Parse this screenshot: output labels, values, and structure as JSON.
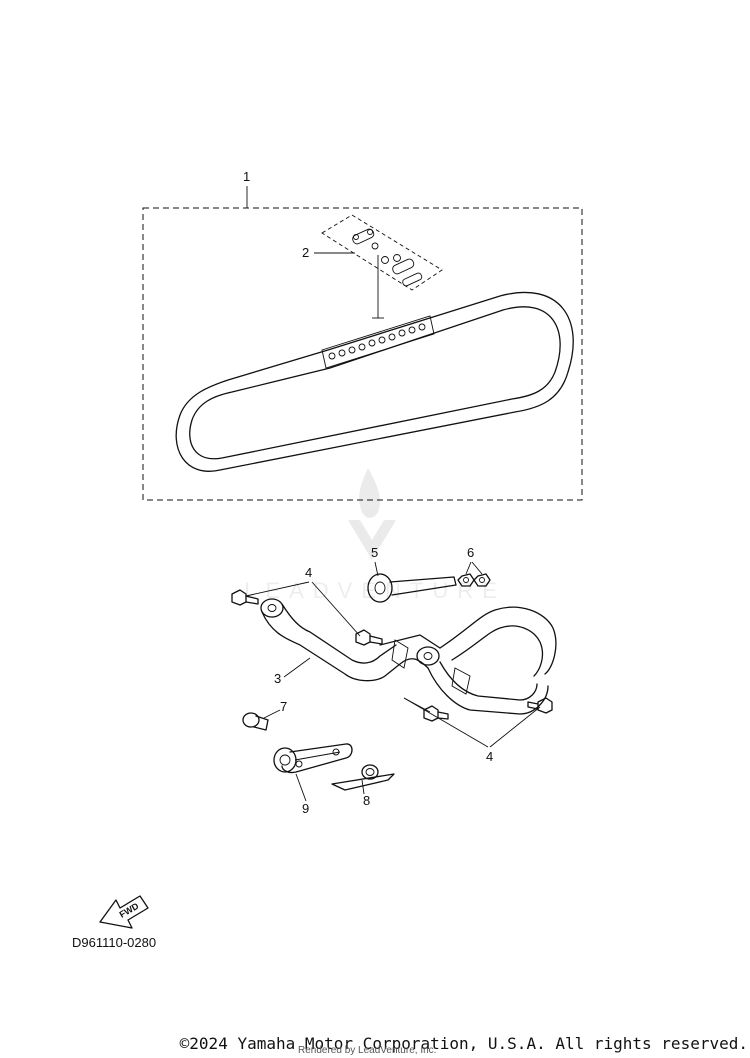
{
  "diagram": {
    "callouts": {
      "c1": "1",
      "c2": "2",
      "c3": "3",
      "c4a": "4",
      "c4b": "4",
      "c5": "5",
      "c6": "6",
      "c7": "7",
      "c8": "8",
      "c9": "9"
    },
    "fwd_label": "FWD",
    "diagram_code": "D961110-0280"
  },
  "watermark": {
    "brand": "LEADVENTURE"
  },
  "footer": {
    "copyright": "©2024 Yamaha Motor Corporation, U.S.A. All rights reserved.",
    "rendered_by": "Rendered by LeadVenture, Inc."
  },
  "colors": {
    "line": "#111111",
    "background": "#ffffff"
  }
}
